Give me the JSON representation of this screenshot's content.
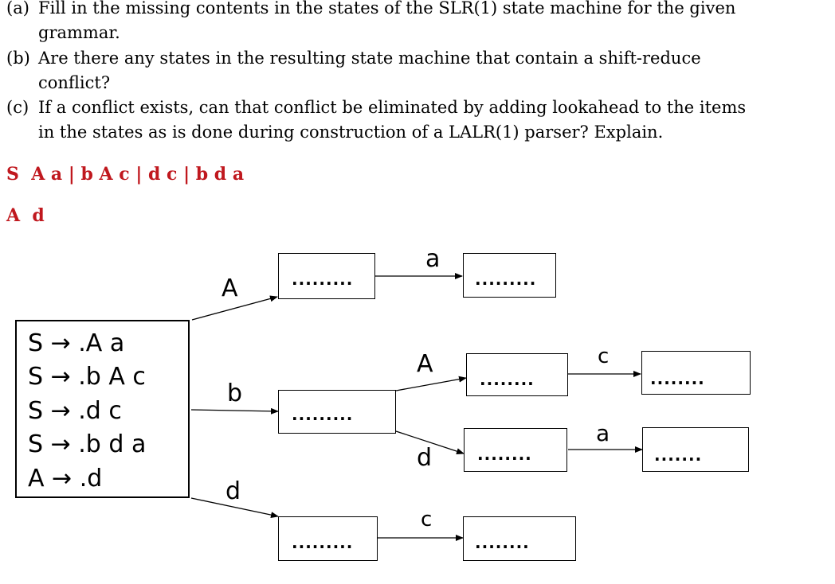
{
  "questions": [
    {
      "label": "(a)",
      "line1": "Fill in the missing contents in the states of the SLR(1) state machine for the given",
      "line2": "grammar."
    },
    {
      "label": "(b)",
      "line1": "Are there any states in the resulting state machine that contain a shift-reduce",
      "line2": "conflict?"
    },
    {
      "label": "(c)",
      "line1": "If a conflict exists, can that conflict be eliminated by adding lookahead to the items",
      "line2": "in the states as is done during construction of a LALR(1) parser? Explain."
    }
  ],
  "grammar": {
    "rule1": "S  A a | b A c | d c | b d a",
    "rule2": "A  d"
  },
  "state0_items": [
    "S → .A a",
    "S → .b A c",
    "S → .d c",
    "S → .b d a",
    "A → .d"
  ],
  "placeholder": ".........",
  "placeholder_short": "........",
  "placeholder_shorter": ".......",
  "edge_labels": {
    "A_top": "A",
    "b": "b",
    "d_bottom": "d",
    "a_top": "a",
    "A_mid": "A",
    "d_mid": "d",
    "c_bottom": "c",
    "c_right": "c",
    "a_right": "a"
  },
  "colors": {
    "grammar": "#c0181e"
  }
}
